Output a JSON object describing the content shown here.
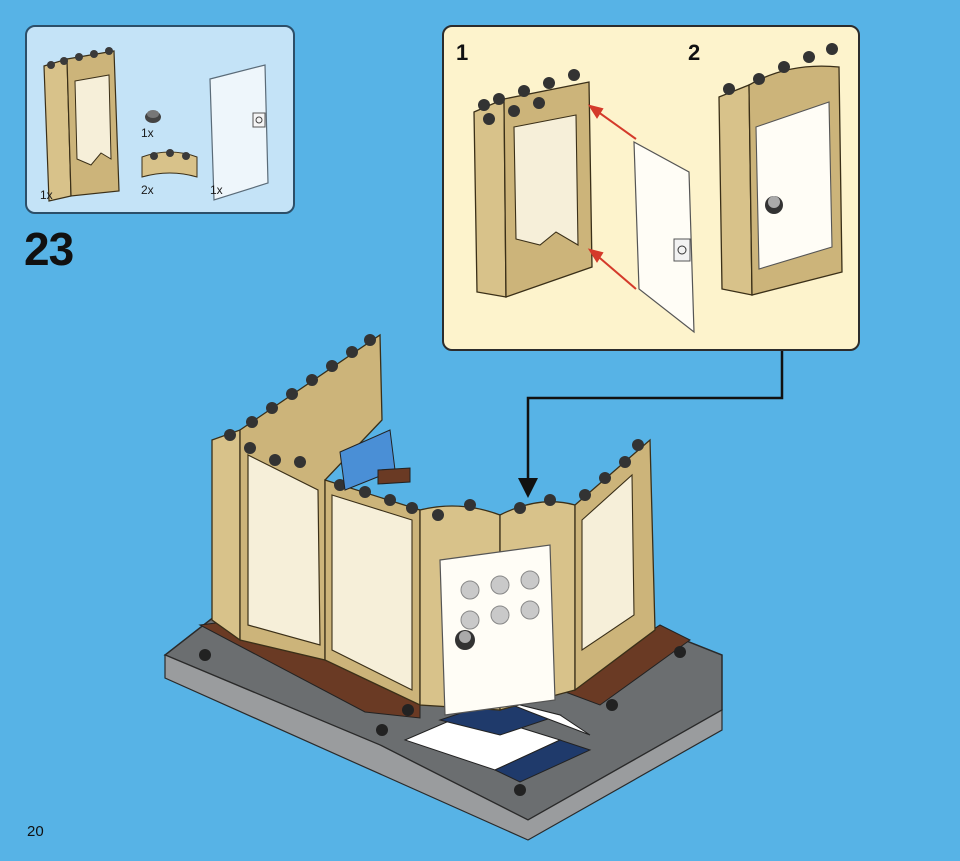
{
  "page": {
    "number": "20",
    "background": "#57b3e6"
  },
  "step": {
    "number": "23"
  },
  "parts_callout": {
    "items": [
      {
        "name": "tan-door-frame",
        "qty": "1x"
      },
      {
        "name": "round-stud-tile",
        "qty": "1x"
      },
      {
        "name": "tan-curved-brick",
        "qty": "2x"
      },
      {
        "name": "clear-door",
        "qty": "1x"
      }
    ]
  },
  "sub_steps": [
    {
      "label": "1"
    },
    {
      "label": "2"
    }
  ],
  "colors": {
    "tan": "#d8c28a",
    "frame_border": "#2c4f69",
    "sub_bg": "#fdf3cc",
    "dark_gray_plate": "#6b6e70",
    "brown_tile": "#6a3a24",
    "navy_tile": "#1f3a6b"
  }
}
